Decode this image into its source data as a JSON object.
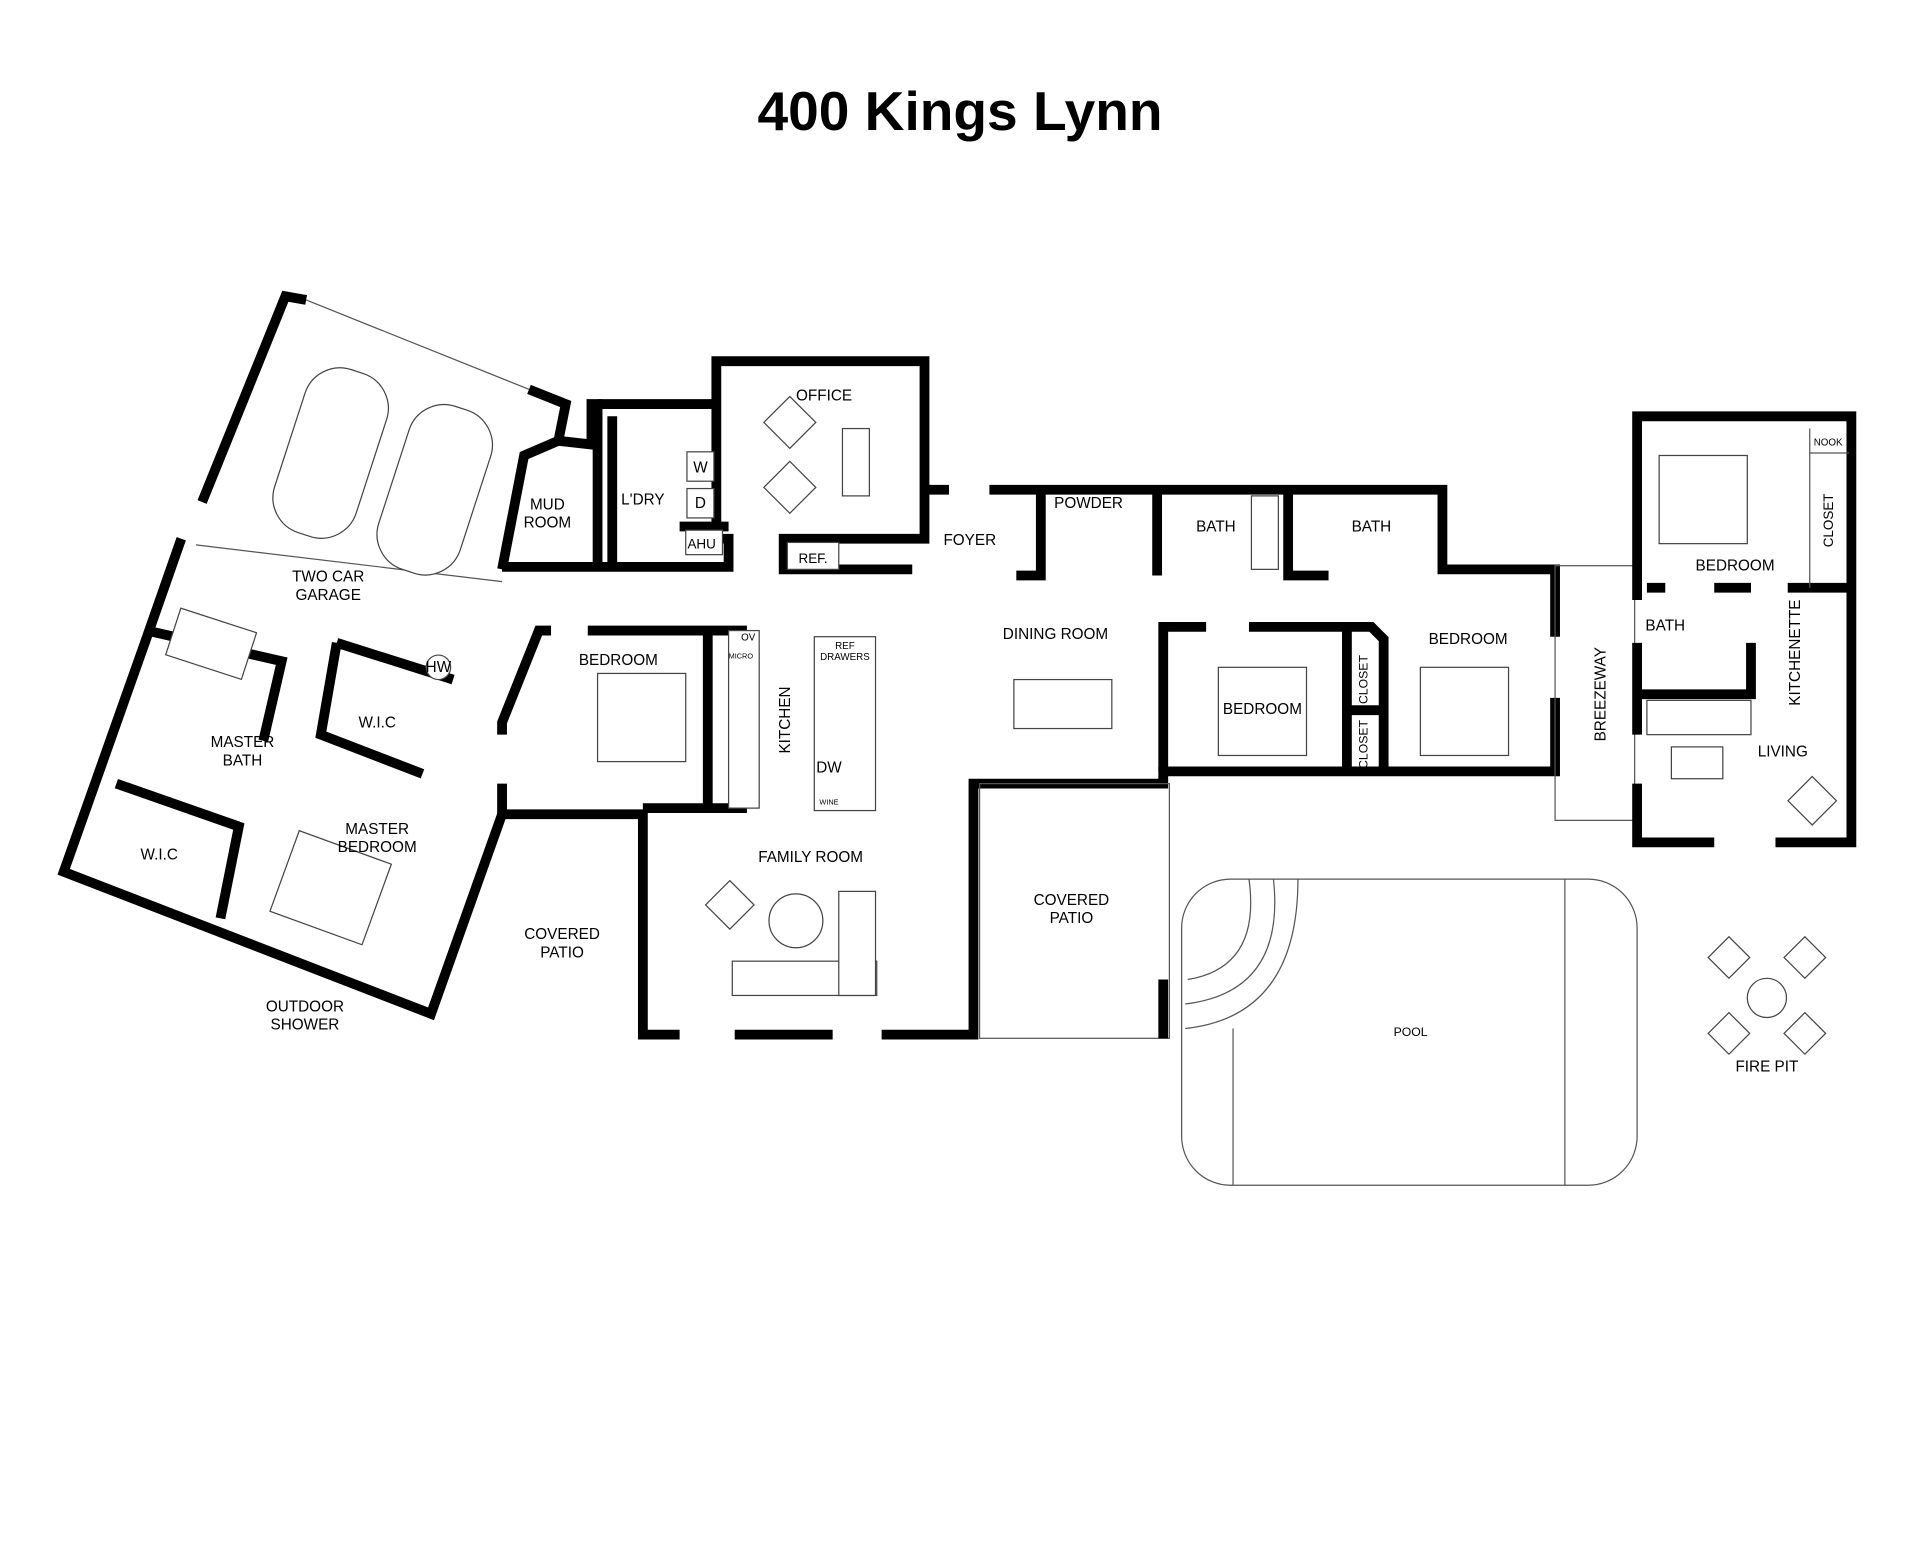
{
  "title": "400 Kings Lynn",
  "rooms": {
    "garage": [
      "TWO CAR",
      "GARAGE"
    ],
    "hw": "HW",
    "mud_room": [
      "MUD",
      "ROOM"
    ],
    "laundry": "L'DRY",
    "washer": "W",
    "dryer": "D",
    "ahu": "AHU",
    "office": "OFFICE",
    "ref": "REF.",
    "foyer": "FOYER",
    "powder": "POWDER",
    "bath_1": "BATH",
    "bath_2": "BATH",
    "master_bath": [
      "MASTER",
      "BATH"
    ],
    "wic_1": "W.I.C",
    "wic_2": "W.I.C",
    "master_bedroom": [
      "MASTER",
      "BEDROOM"
    ],
    "outdoor_shower": [
      "OUTDOOR",
      "SHOWER"
    ],
    "bedroom_1": "BEDROOM",
    "kitchen": "KITCHEN",
    "oven": "OV",
    "micro": "MICRO",
    "ref_drawers": [
      "REF",
      "DRAWERS"
    ],
    "dw": "DW",
    "wine": "WINE",
    "dining_room": "DINING ROOM",
    "bedroom_2": "BEDROOM",
    "bedroom_3": "BEDROOM",
    "closet_1": "CLOSET",
    "closet_2": "CLOSET",
    "breezeway": "BREEZEWAY",
    "family_room": "FAMILY ROOM",
    "covered_patio_1": [
      "COVERED",
      "PATIO"
    ],
    "covered_patio_2": [
      "COVERED",
      "PATIO"
    ],
    "pool": "POOL",
    "fire_pit": "FIRE PIT",
    "guest_bedroom": "BEDROOM",
    "nook": "NOOK",
    "guest_closet": "CLOSET",
    "guest_bath": "BATH",
    "kitchenette": "KITCHENETTE",
    "living": "LIVING"
  }
}
